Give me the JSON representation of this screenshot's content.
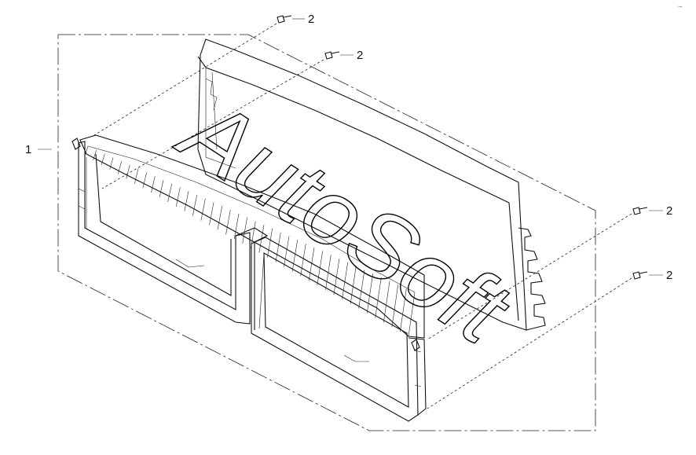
{
  "diagram": {
    "callouts": [
      {
        "id": "c1",
        "text": "1"
      },
      {
        "id": "c2a",
        "text": "2"
      },
      {
        "id": "c2b",
        "text": "2"
      },
      {
        "id": "c2c",
        "text": "2"
      },
      {
        "id": "c2d",
        "text": "2"
      }
    ],
    "watermark": "AutoSoft",
    "corner_mark": "·–"
  }
}
